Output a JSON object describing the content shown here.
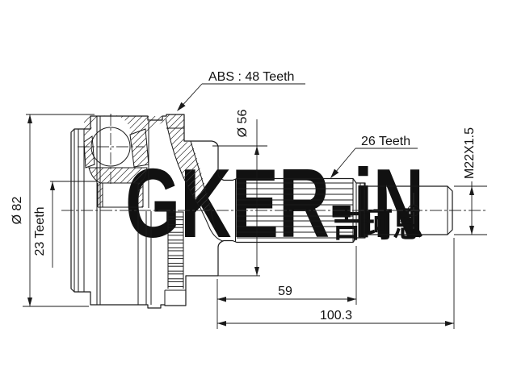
{
  "labels": {
    "abs": "ABS : 48 Teeth",
    "outer_spline": "26 Teeth",
    "inner_spline": "23 Teeth",
    "thread": "M22X1.5",
    "housing_diameter": "Ø 82",
    "face_diameter": "Ø 56",
    "spline_length": "59",
    "total_length": "100.3"
  },
  "watermark": {
    "latin": "GKER-iN",
    "cjk": "吉珂恩"
  },
  "colors": {
    "background": "#ffffff",
    "line": "#1a1a1a",
    "watermark": "#e3e3e3"
  }
}
